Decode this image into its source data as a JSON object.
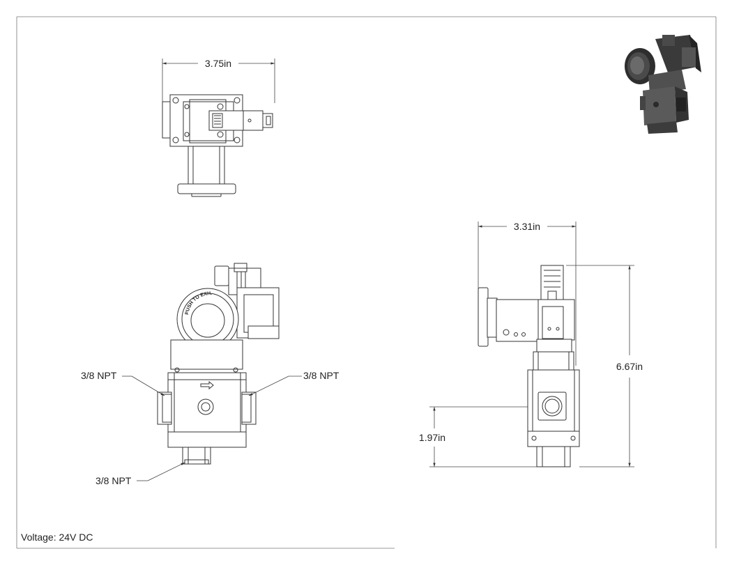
{
  "dimensions": {
    "top_width": "3.75in",
    "side_width": "3.31in",
    "side_height": "6.67in",
    "port_height": "1.97in"
  },
  "callouts": {
    "port_left": "3/8 NPT",
    "port_right": "3/8 NPT",
    "port_bottom": "3/8 NPT"
  },
  "button_text": "PUSH TO EXH.",
  "footer": {
    "voltage": "Voltage: 24V DC"
  },
  "colors": {
    "line": "#333333",
    "render_dark": "#3a3a3a",
    "render_mid": "#5a5a5a"
  }
}
